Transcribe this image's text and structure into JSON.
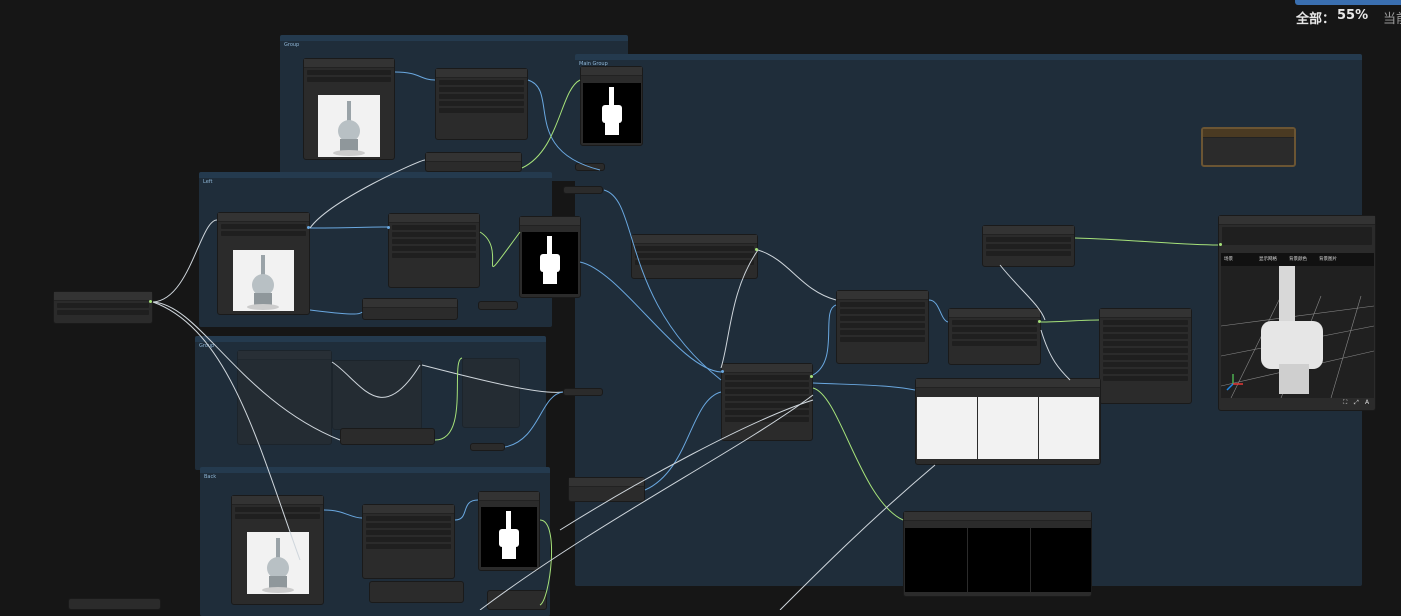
{
  "status": {
    "total_label": "全部：",
    "total_value": "55%",
    "current_label_truncated": "当前"
  },
  "groups": [
    {
      "id": "g-top",
      "label": "Group"
    },
    {
      "id": "g-left",
      "label": "Left"
    },
    {
      "id": "g-mid",
      "label": "Group"
    },
    {
      "id": "g-back",
      "label": "Back"
    },
    {
      "id": "g-main",
      "label": "Main Group"
    }
  ],
  "viewer": {
    "toolbar": [
      "场景",
      "显示网格",
      "背景颜色",
      "背景图片"
    ],
    "bottom_icons": [
      "fullscreen-icon",
      "expand-icon",
      "text-icon"
    ]
  },
  "colors": {
    "group_fill": "#1f2d3a",
    "group_header": "#243a4e",
    "node_fill": "#2b2b2b",
    "wire_blue": "#6aa8e0",
    "wire_green": "#a6e27a",
    "wire_white": "#cfd6dc",
    "accent_bar": "#3a6fb0"
  }
}
